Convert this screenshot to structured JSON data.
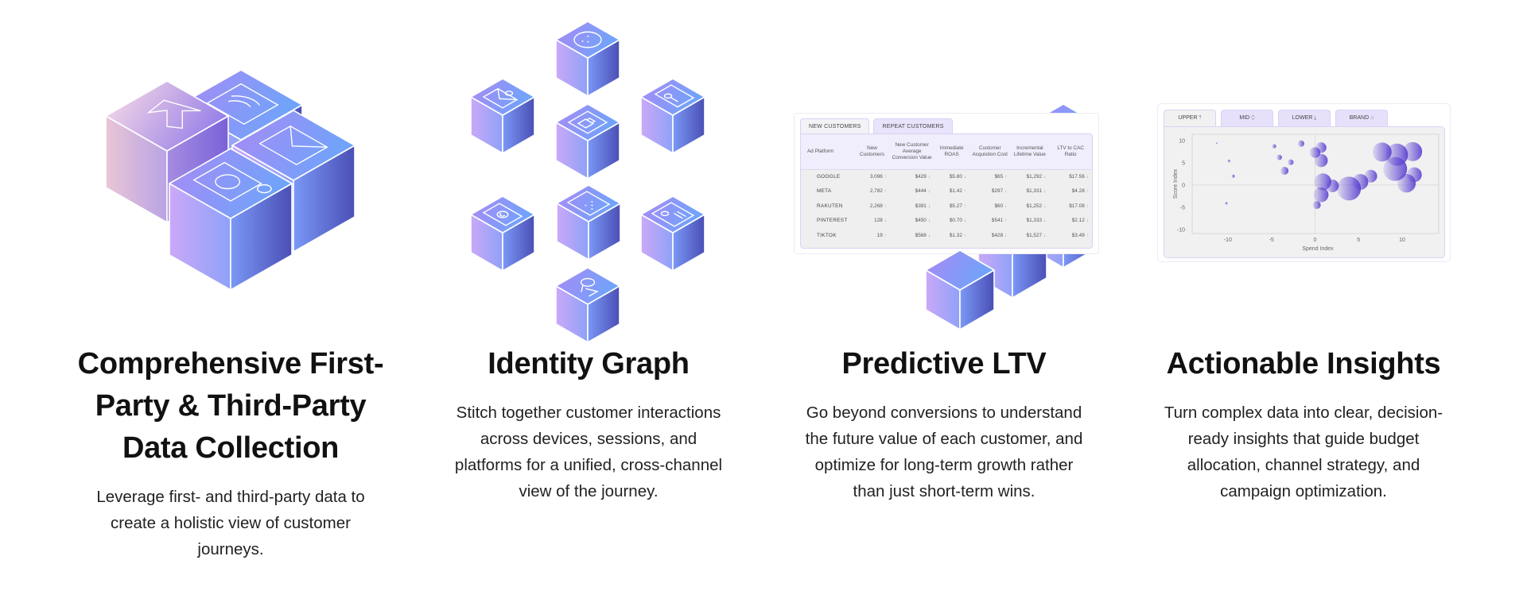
{
  "colors": {
    "cube_top": [
      "#a48cf5",
      "#6aa6fb"
    ],
    "cube_left": [
      "#cba8f8",
      "#8ea2f8"
    ],
    "cube_right": [
      "#7b98f6",
      "#4a4fb5"
    ],
    "cube_pink": [
      "#ecc9dd",
      "#8d6fe0"
    ],
    "arrow_good": "#5ccf9a",
    "arrow_bad": "#e07070",
    "bubble": "#5a3fd0"
  },
  "features": [
    {
      "title_lines": [
        "Comprehensive First-",
        "Party & Third-Party",
        "Data Collection"
      ],
      "desc_lines": [
        "Leverage first- and third-party data to",
        "create a holistic view of customer",
        "journeys."
      ],
      "icons": [
        "cursor-arrow-icon",
        "wifi-screen-icon",
        "envelope-icon",
        "target-gear-icon"
      ]
    },
    {
      "title_lines": [
        "Identity Graph"
      ],
      "desc_lines": [
        "Stitch together customer interactions",
        "across devices, sessions, and",
        "platforms for a unified, cross-channel",
        "view of the journey."
      ],
      "icons": [
        "cookie-icon",
        "email-user-icon",
        "password-key-icon",
        "lock-user-icon",
        "fingerprint-icon",
        "phone-keypad-icon",
        "id-card-icon",
        "location-pin-icon"
      ]
    },
    {
      "title_lines": [
        "Predictive LTV"
      ],
      "desc_lines": [
        "Go beyond conversions to understand",
        "the future value of each customer, and",
        "optimize for long-term growth rather",
        "than just short-term wins."
      ]
    },
    {
      "title_lines": [
        "Actionable Insights"
      ],
      "desc_lines": [
        "Turn complex data into clear, decision-",
        "ready insights that guide budget",
        "allocation, channel strategy, and",
        "campaign optimization."
      ]
    }
  ],
  "ltv_table": {
    "tabs": [
      "NEW CUSTOMERS",
      "REPEAT CUSTOMERS"
    ],
    "active_tab": 0,
    "headers": [
      "Ad Platform",
      "New Customers",
      "New Customer Average Conversion Value",
      "Immediate ROAS",
      "Customer Acquistion Cost",
      "Incremental Lifetime Value",
      "LTV to CAC Ratio"
    ],
    "rows": [
      {
        "platform": "GOOGLE",
        "cells": [
          {
            "v": "3,096",
            "dir": "up",
            "good": true
          },
          {
            "v": "$429",
            "dir": "down",
            "good": false
          },
          {
            "v": "$5.80",
            "dir": "down",
            "good": false
          },
          {
            "v": "$65",
            "dir": "up",
            "good": false
          },
          {
            "v": "$1,292",
            "dir": "down",
            "good": false
          },
          {
            "v": "$17.56",
            "dir": "down",
            "good": false
          }
        ]
      },
      {
        "platform": "META",
        "cells": [
          {
            "v": "2,782",
            "dir": "up",
            "good": true
          },
          {
            "v": "$444",
            "dir": "down",
            "good": false
          },
          {
            "v": "$1.42",
            "dir": "up",
            "good": true
          },
          {
            "v": "$297",
            "dir": "down",
            "good": true
          },
          {
            "v": "$1,331",
            "dir": "down",
            "good": false
          },
          {
            "v": "$4.28",
            "dir": "up",
            "good": true
          }
        ]
      },
      {
        "platform": "RAKUTEN",
        "cells": [
          {
            "v": "2,268",
            "dir": "up",
            "good": true
          },
          {
            "v": "$391",
            "dir": "down",
            "good": false
          },
          {
            "v": "$5.27",
            "dir": "up",
            "good": true
          },
          {
            "v": "$60",
            "dir": "down",
            "good": true
          },
          {
            "v": "$1,252",
            "dir": "down",
            "good": false
          },
          {
            "v": "$17.08",
            "dir": "up",
            "good": true
          }
        ]
      },
      {
        "platform": "PINTEREST",
        "cells": [
          {
            "v": "128",
            "dir": "down",
            "good": false
          },
          {
            "v": "$450",
            "dir": "down",
            "good": false
          },
          {
            "v": "$0.70",
            "dir": "down",
            "good": false
          },
          {
            "v": "$541",
            "dir": "up",
            "good": false
          },
          {
            "v": "$1,333",
            "dir": "down",
            "good": false
          },
          {
            "v": "$2.12",
            "dir": "down",
            "good": false
          }
        ]
      },
      {
        "platform": "TIKTOK",
        "cells": [
          {
            "v": "19",
            "dir": "up",
            "good": true
          },
          {
            "v": "$568",
            "dir": "down",
            "good": false
          },
          {
            "v": "$1.32",
            "dir": "up",
            "good": true
          },
          {
            "v": "$428",
            "dir": "down",
            "good": true
          },
          {
            "v": "$1,527",
            "dir": "down",
            "good": false
          },
          {
            "v": "$3.49",
            "dir": "up",
            "good": true
          }
        ]
      }
    ]
  },
  "insights_chart": {
    "tabs": [
      {
        "label": "UPPER",
        "icon": "arrow-up-to-line-icon",
        "glyph": "⤒"
      },
      {
        "label": "MID",
        "icon": "capsule-icon",
        "glyph": "⬯"
      },
      {
        "label": "LOWER",
        "icon": "arrow-down-to-line-icon",
        "glyph": "⤓"
      },
      {
        "label": "BRAND",
        "icon": "tag-icon",
        "glyph": "⌂"
      }
    ],
    "active_tab": 0
  },
  "chart_data": {
    "type": "scatter",
    "subtype": "bubble",
    "xlabel": "Spend Index",
    "ylabel": "Score Index",
    "xlim": [
      -14.1,
      14.2
    ],
    "ylim": [
      -10.9,
      11.4
    ],
    "xticks": [
      -10,
      -5,
      0,
      5,
      10
    ],
    "yticks": [
      10,
      5,
      0,
      -5,
      -10
    ],
    "grid": "zero-lines",
    "points": [
      {
        "x": -11.3,
        "y": 9.4,
        "size": 3
      },
      {
        "x": -9.9,
        "y": 5.4,
        "size": 5
      },
      {
        "x": -9.4,
        "y": 2.0,
        "size": 6
      },
      {
        "x": -10.2,
        "y": -4.1,
        "size": 5
      },
      {
        "x": -4.7,
        "y": 8.7,
        "size": 8
      },
      {
        "x": -4.1,
        "y": 6.2,
        "size": 10
      },
      {
        "x": -2.8,
        "y": 5.1,
        "size": 11
      },
      {
        "x": -3.5,
        "y": 3.2,
        "size": 15
      },
      {
        "x": -1.6,
        "y": 9.3,
        "size": 12
      },
      {
        "x": 0.7,
        "y": 8.4,
        "size": 20
      },
      {
        "x": 0.0,
        "y": 7.3,
        "size": 20
      },
      {
        "x": 0.7,
        "y": 5.5,
        "size": 25
      },
      {
        "x": 0.9,
        "y": 0.7,
        "size": 32
      },
      {
        "x": 2.0,
        "y": -0.2,
        "size": 24
      },
      {
        "x": 0.7,
        "y": -2.2,
        "size": 28
      },
      {
        "x": 0.2,
        "y": -4.5,
        "size": 15
      },
      {
        "x": 3.9,
        "y": -0.8,
        "size": 45
      },
      {
        "x": 5.2,
        "y": 0.7,
        "size": 30
      },
      {
        "x": 6.4,
        "y": 2.0,
        "size": 24
      },
      {
        "x": 7.7,
        "y": 7.4,
        "size": 36
      },
      {
        "x": 9.4,
        "y": 6.8,
        "size": 42
      },
      {
        "x": 11.2,
        "y": 7.5,
        "size": 36
      },
      {
        "x": 9.2,
        "y": 3.6,
        "size": 45
      },
      {
        "x": 11.4,
        "y": 2.3,
        "size": 28
      },
      {
        "x": 10.5,
        "y": 0.4,
        "size": 35
      }
    ]
  }
}
